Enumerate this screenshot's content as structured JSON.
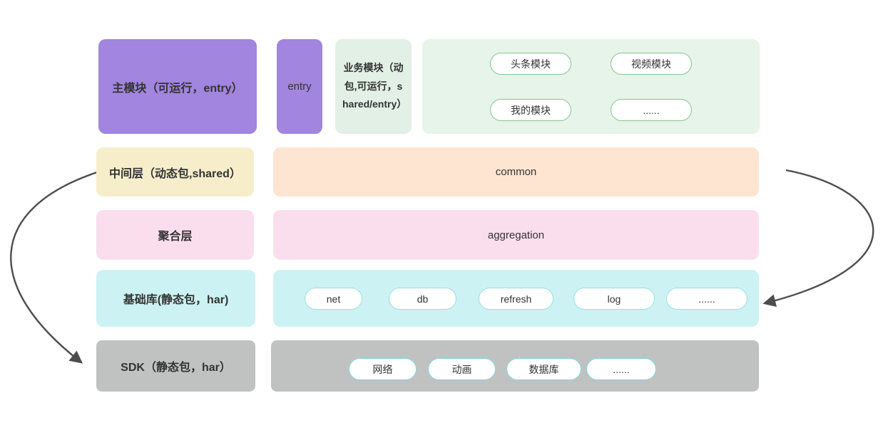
{
  "diagram_title": "HarmonyOS module architecture layers",
  "colors": {
    "purple": "#a185de",
    "light_green_box": "#e2f0e6",
    "green_container": "#e6f4e9",
    "green_pill_border": "#84c78a",
    "yellow": "#f6eecb",
    "orange": "#fde5d2",
    "pink": "#fadeee",
    "cyan": "#cdf2f3",
    "cyan_pill_border": "#9adfe2",
    "teal_pill_border": "#7ed7dc",
    "gray": "#c0c2c2",
    "arrow": "#4d4d4d",
    "text": "#333333"
  },
  "rows": {
    "app": {
      "main_module_label": "主模块（可运行，entry）",
      "entry_label": "entry",
      "business_module_label": "业务模块（动包,可运行，shared/entry）",
      "feature_pills": [
        "头条模块",
        "视频模块",
        "我的模块",
        "......"
      ]
    },
    "middle": {
      "label": "中间层（动态包,shared）",
      "content_label": "common"
    },
    "aggregation": {
      "label": "聚合层",
      "content_label": "aggregation"
    },
    "base": {
      "label": "基础库(静态包，har)",
      "pills": [
        "net",
        "db",
        "refresh",
        "log",
        "......"
      ]
    },
    "sdk": {
      "label": "SDK（静态包，har）",
      "pills": [
        "网络",
        "动画",
        "数据库",
        "......"
      ]
    }
  }
}
